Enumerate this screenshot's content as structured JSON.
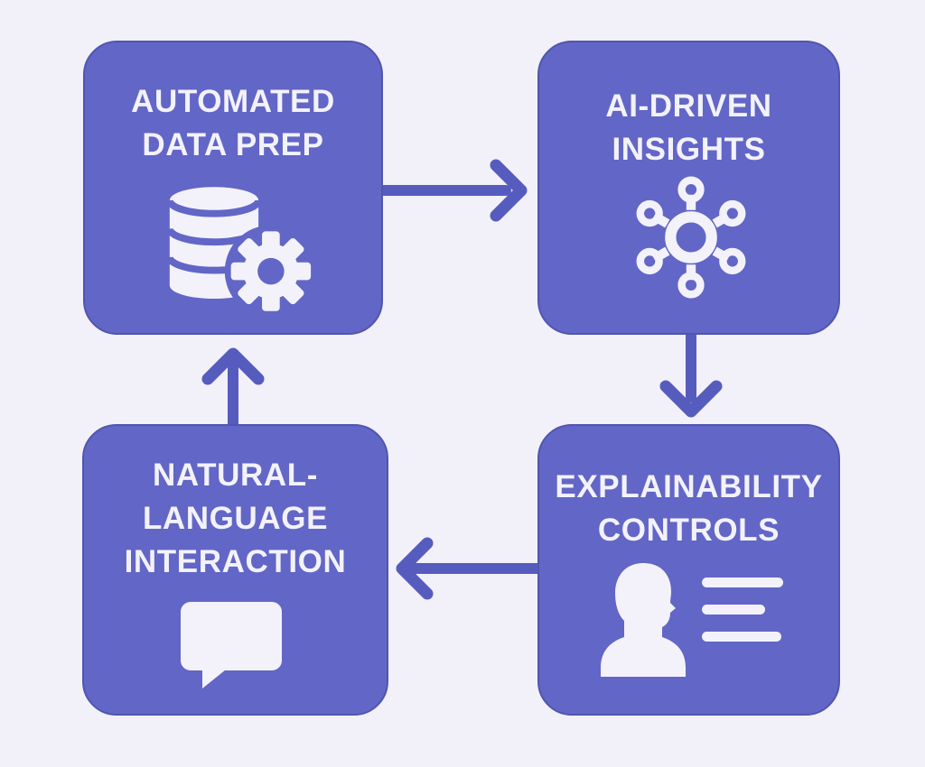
{
  "colors": {
    "page-bg": "#F2F0F9",
    "box": "#6266C6",
    "arrow": "#565CBE",
    "ink": "#F3F2FB",
    "box-edge": "#5056AE"
  },
  "diagram": {
    "nodes": [
      {
        "id": "automated-data-prep",
        "lines": [
          "AUTOMATED",
          "DATA PREP"
        ],
        "icon": "database-gear-icon"
      },
      {
        "id": "ai-driven-insights",
        "lines": [
          "AI-DRIVEN",
          "INSIGHTS"
        ],
        "icon": "network-hub-icon"
      },
      {
        "id": "explainability-controls",
        "lines": [
          "EXPLAINABILITY",
          "CONTROLS"
        ],
        "icon": "person-list-icon"
      },
      {
        "id": "natural-language-interaction",
        "lines": [
          "NATURAL-",
          "LANGUAGE",
          "INTERACTION"
        ],
        "icon": "speech-bubble-icon"
      }
    ],
    "connections": [
      {
        "from": "automated-data-prep",
        "to": "ai-driven-insights",
        "direction": "right"
      },
      {
        "from": "ai-driven-insights",
        "to": "explainability-controls",
        "direction": "down"
      },
      {
        "from": "explainability-controls",
        "to": "natural-language-interaction",
        "direction": "left"
      },
      {
        "from": "natural-language-interaction",
        "to": "automated-data-prep",
        "direction": "up"
      }
    ]
  }
}
